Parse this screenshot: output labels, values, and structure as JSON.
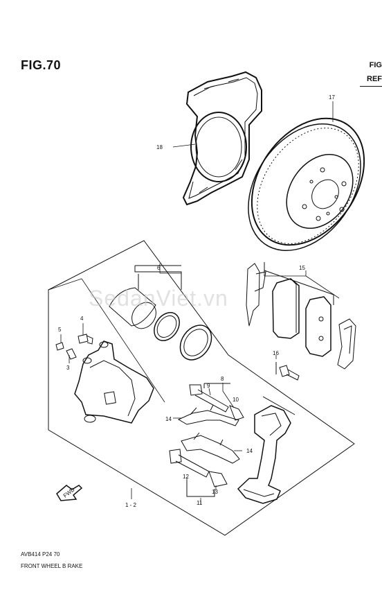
{
  "header": {
    "figure": "FIG.70",
    "ref_fig": "FIG",
    "ref_tab": "REF"
  },
  "watermark": "SedanViet.vn",
  "labels": {
    "p1_2": "1 - 2",
    "p3": "3",
    "p4": "4",
    "p5": "5",
    "p6": "6",
    "p8": "8",
    "p9": "9",
    "p10": "10",
    "p11": "11",
    "p12": "12",
    "p13": "13",
    "p14a": "14",
    "p14b": "14",
    "p15": "15",
    "p16": "16",
    "p17": "17",
    "p18": "18"
  },
  "icons": {
    "fwd_arrow": "fwd-arrow-icon",
    "fwd_text": "FWD"
  },
  "footer": {
    "code": "AVB414 P24 70",
    "title": "FRONT WHEEL B RAKE"
  }
}
